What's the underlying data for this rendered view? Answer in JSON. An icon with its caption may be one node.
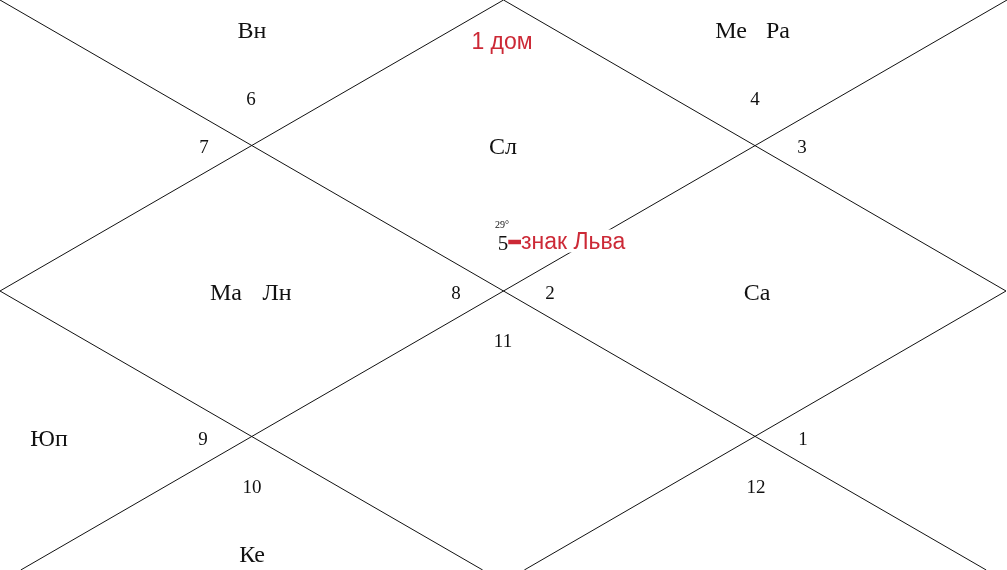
{
  "diagram": {
    "nodes": [
      {
        "text": [
          "5"
        ],
        "beside": [
          "29°"
        ]
      },
      {
        "text": [
          "знак Льва"
        ]
      }
    ],
    "edges": [
      {
        "from": 1,
        "to": 0,
        "arrow": "none",
        "color": "#cc2936"
      }
    ],
    "labels": [
      "Вн",
      "1 дом",
      "Ме",
      "Ра",
      "6",
      "4",
      "7",
      "Сл",
      "3",
      "Ма",
      "Лн",
      "8",
      "2",
      "Са",
      "11",
      "Юп",
      "9",
      "1",
      "10",
      "12",
      "Ке"
    ]
  }
}
